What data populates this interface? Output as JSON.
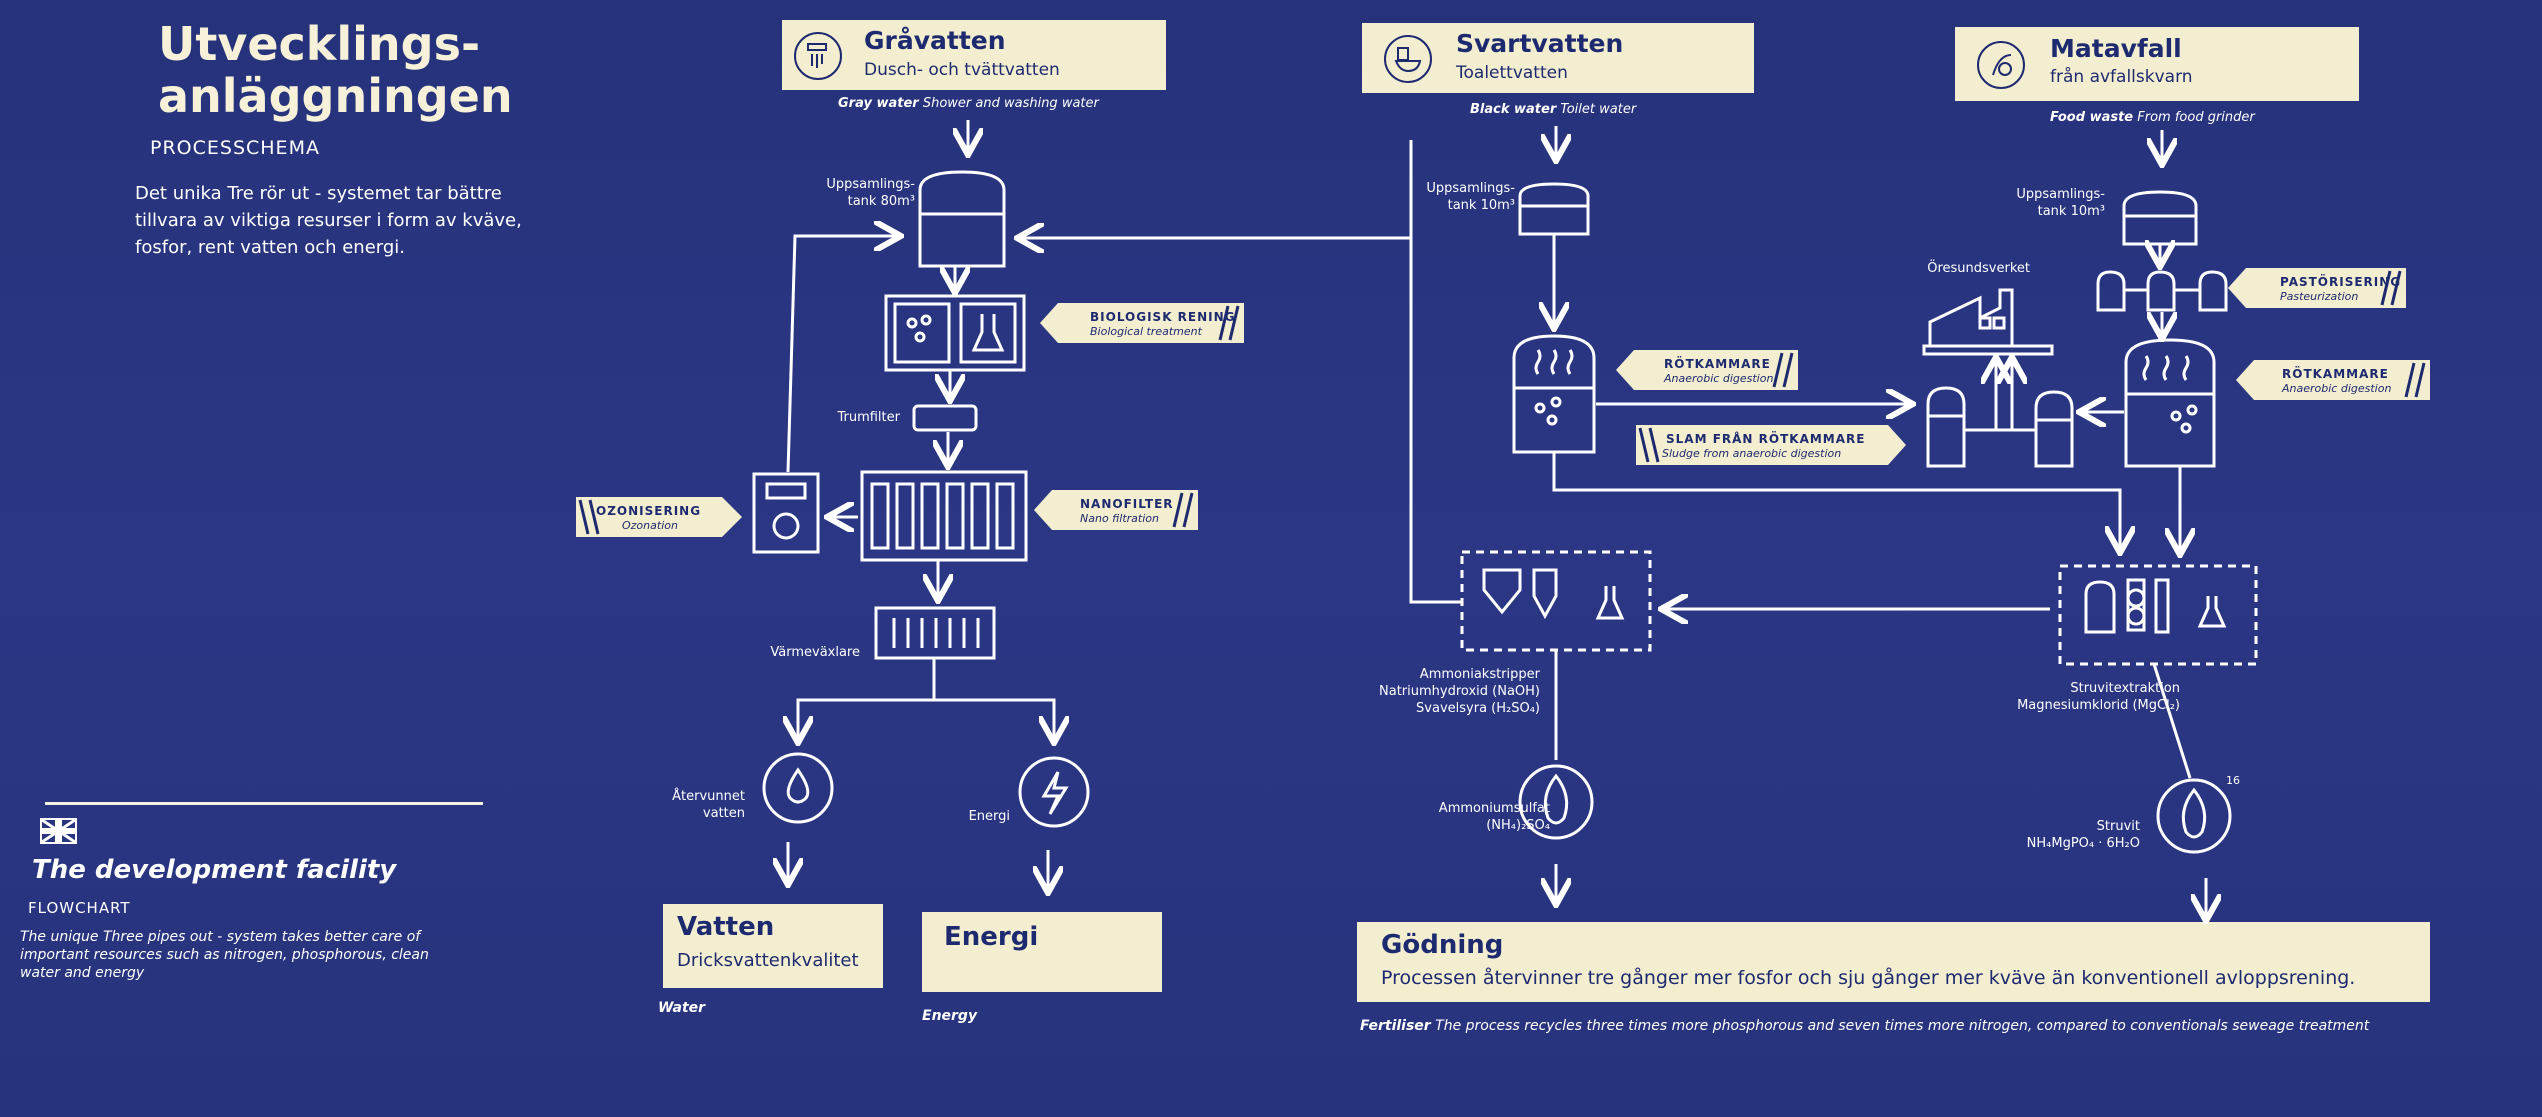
{
  "header": {
    "title": "Utvecklings-\nanläggningen",
    "subtitle": "PROCESSCHEMA",
    "intro": "Det unika Tre rör ut - systemet tar bättre tillvara av viktiga resurser i form av kväve, fosfor, rent vatten och energi."
  },
  "english": {
    "title": "The development facility",
    "subtitle": "FLOWCHART",
    "intro": "The unique Three pipes out - system takes better care of important resources such as nitrogen, phosphorous, clean water and energy"
  },
  "sources": {
    "gray": {
      "title": "Gråvatten",
      "sub": "Dusch- och tvättvatten",
      "en_bold": "Gray water",
      "en": "Shower and washing water",
      "icon": "shower-icon"
    },
    "black": {
      "title": "Svartvatten",
      "sub": "Toalettvatten",
      "en_bold": "Black water",
      "en": "Toilet water",
      "icon": "toilet-icon"
    },
    "food": {
      "title": "Matavfall",
      "sub": "från avfallskvarn",
      "en_bold": "Food waste",
      "en": "From food grinder",
      "icon": "food-waste-icon"
    }
  },
  "labels": {
    "tank_gray": "Uppsamlings-\ntank 80m³",
    "tank_black": "Uppsamlings-\ntank 10m³",
    "tank_food": "Uppsamlings-\ntank 10m³",
    "trumfilter": "Trumfilter",
    "varmevaxlare": "Värmeväxlare",
    "atervunnet": "Återvunnet\nvatten",
    "energi_small": "Energi",
    "oresundsverket": "Öresundsverket",
    "ammoniak": "Ammoniakstripper\nNatriumhydroxid (NaOH)\nSvavelsyra (H₂SO₄)",
    "ammoniumsulfat": "Ammoniumsulfat\n(NH₄)₂SO₄",
    "struvitextraktion": "Struvitextraktion\nMagnesiumklorid (MgCl₂)",
    "struvit": "Struvit\nNH₄MgPO₄ · 6H₂O",
    "struvit_num": "16"
  },
  "tags": {
    "biologisk": {
      "title": "BIOLOGISK RENING",
      "sub": "Biological treatment"
    },
    "nanofilter": {
      "title": "NANOFILTER",
      "sub": "Nano filtration"
    },
    "ozonisering": {
      "title": "OZONISERING",
      "sub": "Ozonation"
    },
    "rotkammare1": {
      "title": "RÖTKAMMARE",
      "sub": "Anaerobic digestion"
    },
    "slam": {
      "title": "SLAM FRÅN RÖTKAMMARE",
      "sub": "Sludge from anaerobic digestion"
    },
    "pastorisering": {
      "title": "PASTÖRISERING",
      "sub": "Pasteurization"
    },
    "rotkammare2": {
      "title": "RÖTKAMMARE",
      "sub": "Anaerobic digestion"
    }
  },
  "outputs": {
    "vatten": {
      "title": "Vatten",
      "sub": "Dricksvattenkvalitet",
      "en": "Water"
    },
    "energi": {
      "title": "Energi",
      "en": "Energy"
    },
    "godning": {
      "title": "Gödning",
      "sub": "Processen återvinner tre gånger mer fosfor och sju gånger mer kväve än konventionell avloppsrening.",
      "en_bold": "Fertiliser",
      "en": "The process recycles three times more phosphorous and seven times more nitrogen, compared to conventionals seweage treatment"
    }
  },
  "colors": {
    "background": "#2a3580",
    "box": "#f3eecf",
    "box_text": "#1e2a70",
    "line": "#ffffff"
  }
}
